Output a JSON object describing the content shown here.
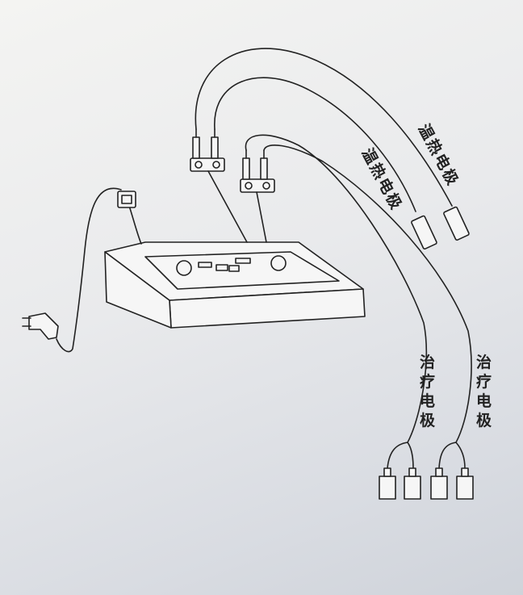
{
  "labels": {
    "warm_electrode_1": "温热电极",
    "warm_electrode_2": "温热电极",
    "therapy_electrode_1": "治疗电极",
    "therapy_electrode_2": "治疗电极"
  }
}
